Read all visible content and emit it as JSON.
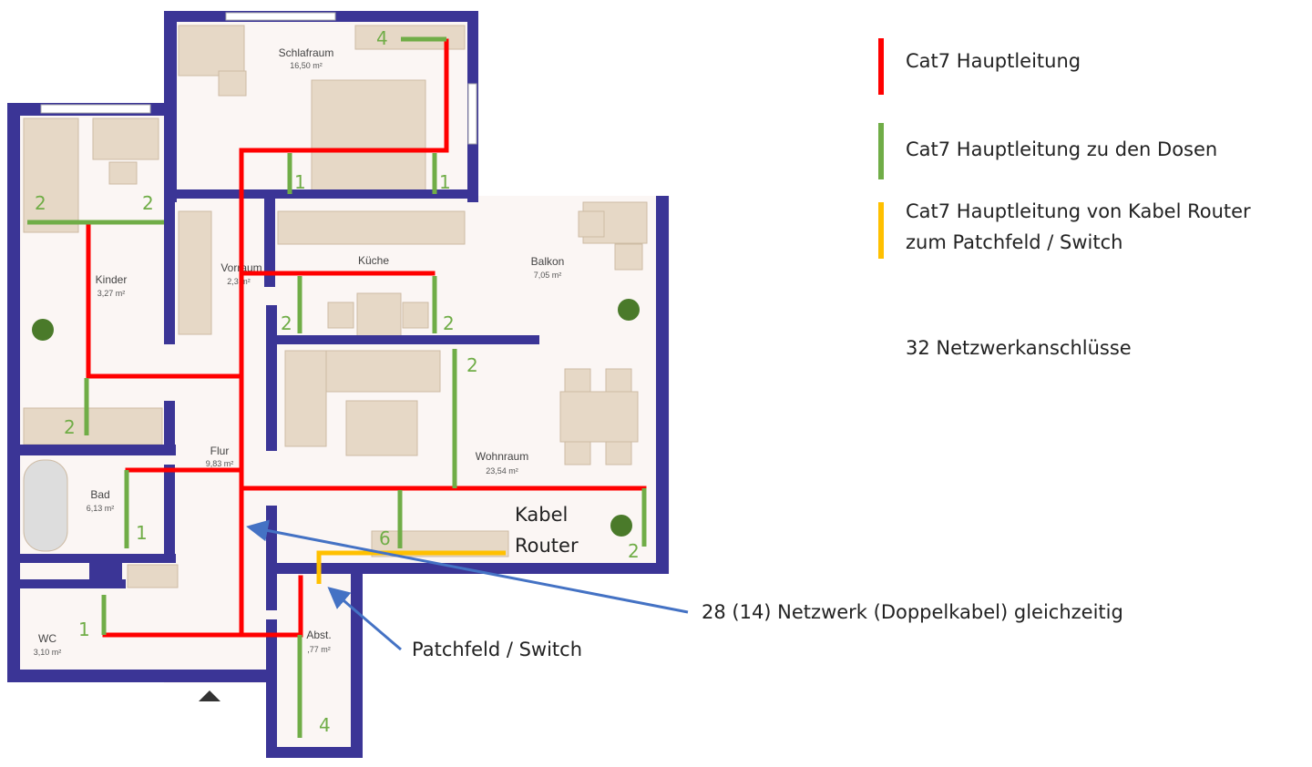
{
  "rooms": {
    "schlafraum": {
      "name": "Schlafraum",
      "area": "16,50 m²"
    },
    "kinder": {
      "name": "Kinder",
      "area": "3,27 m²"
    },
    "vorraum": {
      "name": "Vorraum",
      "area": "2,3 m²"
    },
    "kueche": {
      "name": "Küche"
    },
    "balkon": {
      "name": "Balkon",
      "area": "7,05 m²"
    },
    "wohnraum": {
      "name": "Wohnraum",
      "area": "23,54 m²"
    },
    "flur": {
      "name": "Flur",
      "area": "9,83 m²"
    },
    "bad": {
      "name": "Bad",
      "area": "6,13 m²"
    },
    "wc": {
      "name": "WC",
      "area": "3,10 m²"
    },
    "abst": {
      "name": "Abst.",
      "area": ",77 m²"
    }
  },
  "outlet_counts": [
    "4",
    "1",
    "1",
    "2",
    "2",
    "2",
    "2",
    "2",
    "2",
    "1",
    "6",
    "2",
    "1",
    "4"
  ],
  "annotations": {
    "kabel_router_1": "Kabel",
    "kabel_router_2": "Router",
    "network_note": "28 (14) Netzwerk (Doppelkabel) gleichzeitig",
    "patchfeld": "Patchfeld / Switch"
  },
  "legend": {
    "red": {
      "label": "Cat7 Hauptleitung",
      "color": "#ff0000"
    },
    "green": {
      "label": "Cat7 Hauptleitung zu den Dosen",
      "color": "#70ad47"
    },
    "yellow": {
      "label_1": "Cat7 Hauptleitung von Kabel Router",
      "label_2": "zum Patchfeld / Switch",
      "color": "#ffc000"
    },
    "total": "32 Netzwerkanschlüsse"
  },
  "colors": {
    "wall": "#3b3596",
    "arrow": "#4472c4",
    "furniture": "#e6d8c6"
  }
}
